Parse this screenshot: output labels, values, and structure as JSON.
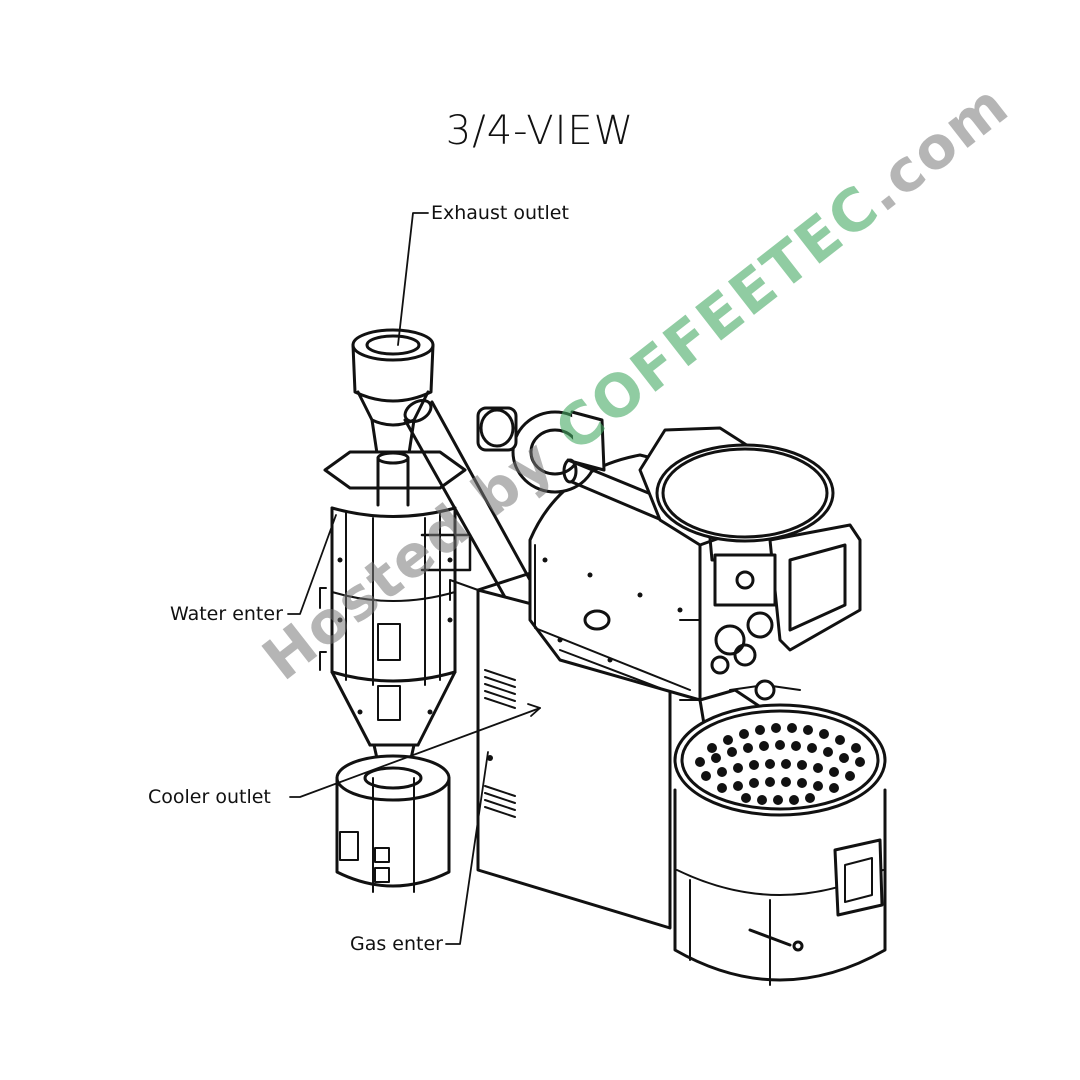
{
  "title": "3/4-VIEW",
  "callouts": {
    "exhaust": "Exhaust outlet",
    "water": "Water enter",
    "cooler": "Cooler outlet",
    "gas": "Gas enter"
  },
  "watermark": {
    "prefix": "Hosted by ",
    "brand": "COFFEETEC",
    "suffix": ".com"
  },
  "colors": {
    "line": "#111111",
    "background": "#ffffff",
    "watermark_brand": "#46aa64",
    "watermark_text": "#787878"
  }
}
